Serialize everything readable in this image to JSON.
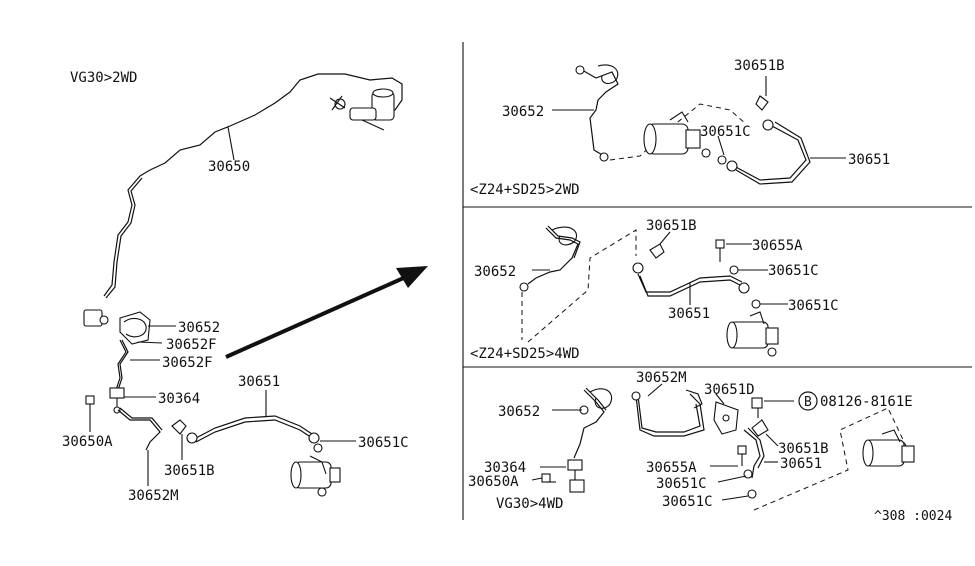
{
  "headings": {
    "main_variant": "VG30>2WD",
    "panel1_variant": "<Z24+SD25>2WD",
    "panel2_variant": "<Z24+SD25>4WD",
    "panel3_variant": "VG30>4WD"
  },
  "main": {
    "l_30650": "30650",
    "l_30652": "30652",
    "l_30652F_a": "30652F",
    "l_30652F_b": "30652F",
    "l_30364": "30364",
    "l_30650A": "30650A",
    "l_30651B": "30651B",
    "l_30652M": "30652M",
    "l_30651": "30651",
    "l_30651C": "30651C"
  },
  "panel1": {
    "l_30651B": "30651B",
    "l_30652": "30652",
    "l_30651C": "30651C",
    "l_30651": "30651"
  },
  "panel2": {
    "l_30651B": "30651B",
    "l_30655A": "30655A",
    "l_30652": "30652",
    "l_30651C_a": "30651C",
    "l_30651C_b": "30651C",
    "l_30651": "30651"
  },
  "panel3": {
    "l_30652M": "30652M",
    "l_30651D": "30651D",
    "l_bolt_mark": "B",
    "l_08126": "08126-8161E",
    "l_30652": "30652",
    "l_30651B": "30651B",
    "l_30364": "30364",
    "l_30655A": "30655A",
    "l_30651": "30651",
    "l_30650A": "30650A",
    "l_30651C_a": "30651C",
    "l_30651C_b": "30651C"
  },
  "footer": {
    "diagram_code": "^308 :0024"
  }
}
